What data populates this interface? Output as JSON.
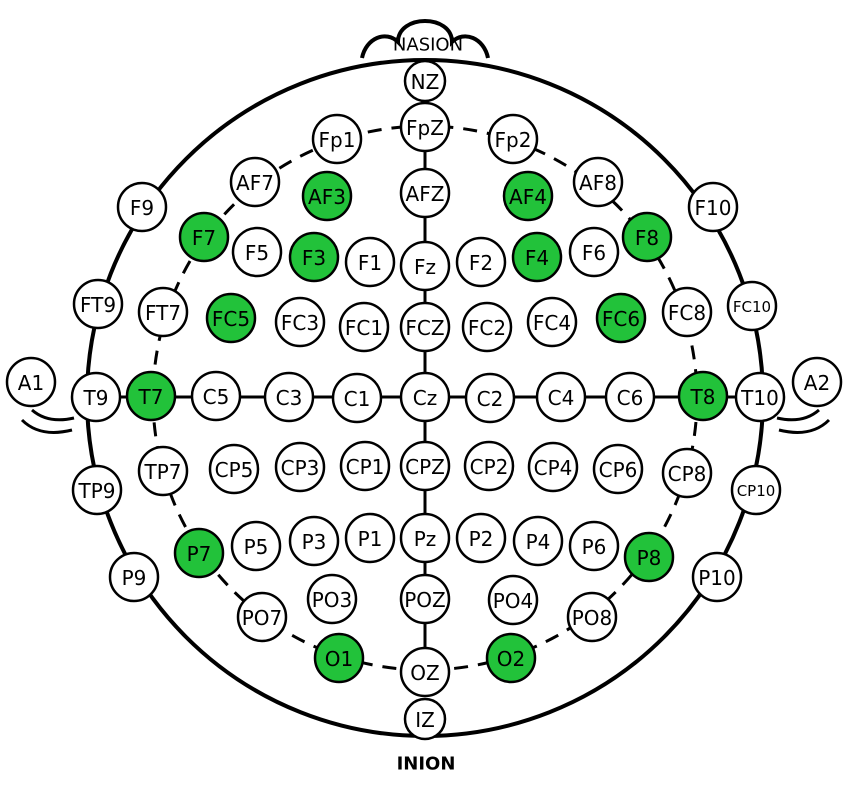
{
  "landmarks": {
    "nasion": "NASION",
    "inion": "INION"
  },
  "colors": {
    "highlight": "#22c23a",
    "normal": "#ffffff",
    "stroke": "#000000"
  },
  "electrodes": [
    {
      "label": "NZ",
      "highlighted": false
    },
    {
      "label": "FpZ",
      "highlighted": false
    },
    {
      "label": "Fp1",
      "highlighted": false
    },
    {
      "label": "Fp2",
      "highlighted": false
    },
    {
      "label": "AF7",
      "highlighted": false
    },
    {
      "label": "AF3",
      "highlighted": true
    },
    {
      "label": "AFZ",
      "highlighted": false
    },
    {
      "label": "AF4",
      "highlighted": true
    },
    {
      "label": "AF8",
      "highlighted": false
    },
    {
      "label": "F9",
      "highlighted": false
    },
    {
      "label": "F7",
      "highlighted": true
    },
    {
      "label": "F5",
      "highlighted": false
    },
    {
      "label": "F3",
      "highlighted": true
    },
    {
      "label": "F1",
      "highlighted": false
    },
    {
      "label": "Fz",
      "highlighted": false
    },
    {
      "label": "F2",
      "highlighted": false
    },
    {
      "label": "F4",
      "highlighted": true
    },
    {
      "label": "F6",
      "highlighted": false
    },
    {
      "label": "F8",
      "highlighted": true
    },
    {
      "label": "F10",
      "highlighted": false
    },
    {
      "label": "FT9",
      "highlighted": false
    },
    {
      "label": "FT7",
      "highlighted": false
    },
    {
      "label": "FC5",
      "highlighted": true
    },
    {
      "label": "FC3",
      "highlighted": false
    },
    {
      "label": "FC1",
      "highlighted": false
    },
    {
      "label": "FCZ",
      "highlighted": false
    },
    {
      "label": "FC2",
      "highlighted": false
    },
    {
      "label": "FC4",
      "highlighted": false
    },
    {
      "label": "FC6",
      "highlighted": true
    },
    {
      "label": "FC8",
      "highlighted": false
    },
    {
      "label": "FC10",
      "highlighted": false
    },
    {
      "label": "A1",
      "highlighted": false
    },
    {
      "label": "T9",
      "highlighted": false
    },
    {
      "label": "T7",
      "highlighted": true
    },
    {
      "label": "C5",
      "highlighted": false
    },
    {
      "label": "C3",
      "highlighted": false
    },
    {
      "label": "C1",
      "highlighted": false
    },
    {
      "label": "Cz",
      "highlighted": false
    },
    {
      "label": "C2",
      "highlighted": false
    },
    {
      "label": "C4",
      "highlighted": false
    },
    {
      "label": "C6",
      "highlighted": false
    },
    {
      "label": "T8",
      "highlighted": true
    },
    {
      "label": "T10",
      "highlighted": false
    },
    {
      "label": "A2",
      "highlighted": false
    },
    {
      "label": "TP9",
      "highlighted": false
    },
    {
      "label": "TP7",
      "highlighted": false
    },
    {
      "label": "CP5",
      "highlighted": false
    },
    {
      "label": "CP3",
      "highlighted": false
    },
    {
      "label": "CP1",
      "highlighted": false
    },
    {
      "label": "CPZ",
      "highlighted": false
    },
    {
      "label": "CP2",
      "highlighted": false
    },
    {
      "label": "CP4",
      "highlighted": false
    },
    {
      "label": "CP6",
      "highlighted": false
    },
    {
      "label": "CP8",
      "highlighted": false
    },
    {
      "label": "CP10",
      "highlighted": false
    },
    {
      "label": "P9",
      "highlighted": false
    },
    {
      "label": "P7",
      "highlighted": true
    },
    {
      "label": "P5",
      "highlighted": false
    },
    {
      "label": "P3",
      "highlighted": false
    },
    {
      "label": "P1",
      "highlighted": false
    },
    {
      "label": "Pz",
      "highlighted": false
    },
    {
      "label": "P2",
      "highlighted": false
    },
    {
      "label": "P4",
      "highlighted": false
    },
    {
      "label": "P6",
      "highlighted": false
    },
    {
      "label": "P8",
      "highlighted": true
    },
    {
      "label": "P10",
      "highlighted": false
    },
    {
      "label": "PO7",
      "highlighted": false
    },
    {
      "label": "PO3",
      "highlighted": false
    },
    {
      "label": "POZ",
      "highlighted": false
    },
    {
      "label": "PO4",
      "highlighted": false
    },
    {
      "label": "PO8",
      "highlighted": false
    },
    {
      "label": "O1",
      "highlighted": true
    },
    {
      "label": "OZ",
      "highlighted": false
    },
    {
      "label": "O2",
      "highlighted": true
    },
    {
      "label": "IZ",
      "highlighted": false
    }
  ]
}
